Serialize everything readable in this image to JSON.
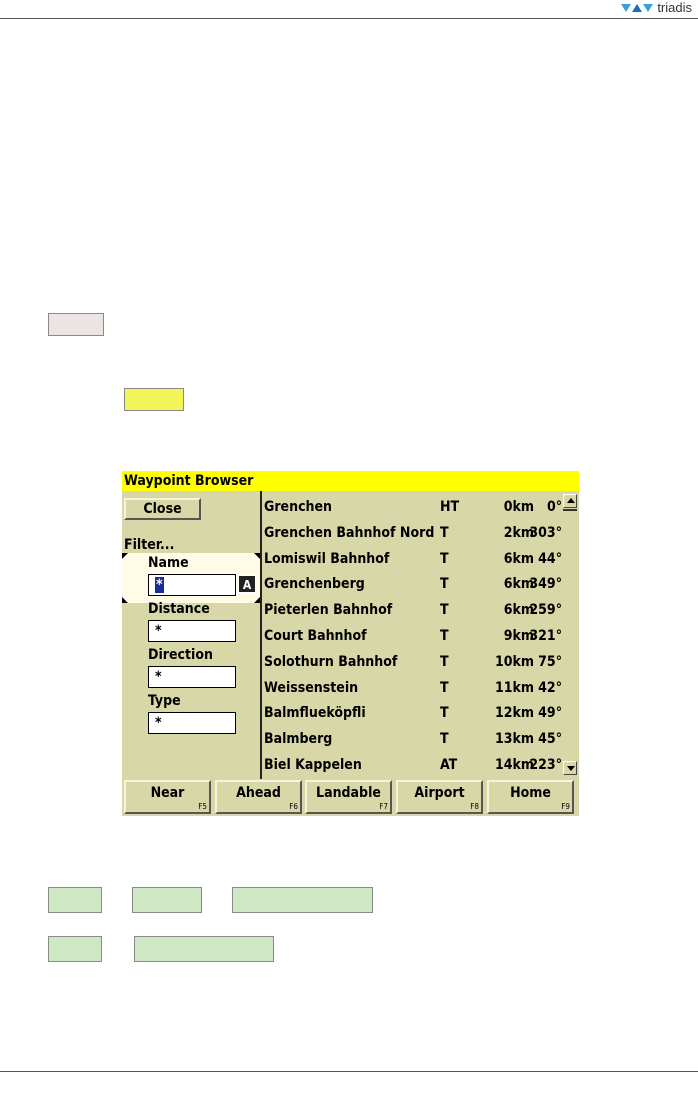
{
  "header": {
    "brand": "triadis",
    "colors": {
      "brand_light": "#3aa0d8",
      "brand_dark": "#1e6fb4"
    }
  },
  "waypoint_browser": {
    "title": "Waypoint Browser",
    "close_label": "Close",
    "filter_label": "Filter...",
    "fields": [
      {
        "label": "Name",
        "value": "*"
      },
      {
        "label": "Distance",
        "value": "*"
      },
      {
        "label": "Direction",
        "value": "*"
      },
      {
        "label": "Type",
        "value": "*"
      }
    ],
    "keyboard_icon_glyph": "A",
    "waypoints": [
      {
        "name": "Grenchen",
        "type": "HT",
        "distance": "0km",
        "bearing": "0°"
      },
      {
        "name": "Grenchen Bahnhof Nord",
        "type": "T",
        "distance": "2km",
        "bearing": "303°"
      },
      {
        "name": "Lomiswil Bahnhof",
        "type": "T",
        "distance": "6km",
        "bearing": "44°"
      },
      {
        "name": "Grenchenberg",
        "type": "T",
        "distance": "6km",
        "bearing": "349°"
      },
      {
        "name": "Pieterlen Bahnhof",
        "type": "T",
        "distance": "6km",
        "bearing": "259°"
      },
      {
        "name": "Court Bahnhof",
        "type": "T",
        "distance": "9km",
        "bearing": "321°"
      },
      {
        "name": "Solothurn Bahnhof",
        "type": "T",
        "distance": "10km",
        "bearing": "75°"
      },
      {
        "name": "Weissenstein",
        "type": "T",
        "distance": "11km",
        "bearing": "42°"
      },
      {
        "name": "Balmflueköpfli",
        "type": "T",
        "distance": "12km",
        "bearing": "49°"
      },
      {
        "name": "Balmberg",
        "type": "T",
        "distance": "13km",
        "bearing": "45°"
      },
      {
        "name": "Biel Kappelen",
        "type": "AT",
        "distance": "14km",
        "bearing": "223°"
      }
    ],
    "function_buttons": [
      {
        "label": "Near",
        "key": "F5"
      },
      {
        "label": "Ahead",
        "key": "F6"
      },
      {
        "label": "Landable",
        "key": "F7"
      },
      {
        "label": "Airport",
        "key": "F8"
      },
      {
        "label": "Home",
        "key": "F9"
      }
    ],
    "colors": {
      "background": "#d7d7a8",
      "title_bar": "#ffff00",
      "cursor": "#1a2c9a"
    }
  },
  "colors": {
    "gray_box": "#ece4e2",
    "yellow_box": "#f2f558",
    "green_box": "#cfe8c4"
  }
}
